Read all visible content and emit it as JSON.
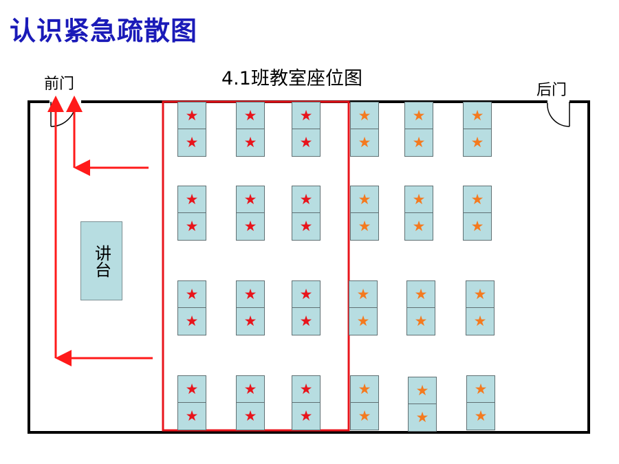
{
  "slide": {
    "title": "认识紧急疏散图"
  },
  "diagram": {
    "subtitle": "4.1班教室座位图",
    "front_door_label": "前门",
    "back_door_label": "后门",
    "podium_label": "讲台",
    "star_glyph": "★",
    "colors": {
      "title": "#1a1ab8",
      "wall": "#000000",
      "desk_fill": "#b7dde1",
      "highlight_frame": "#e8141b",
      "arrow": "#ff1a1a",
      "star_group_highlighted": "#e8141b",
      "star_group_other": "#f47a1f"
    },
    "seating": {
      "rows": 4,
      "columns": 6,
      "seats_per_desk": 2,
      "highlighted_columns": [
        1,
        2,
        3
      ],
      "other_columns": [
        4,
        5,
        6
      ]
    },
    "evacuation_route": "highlighted desk group exits through the front door along the left aisle"
  }
}
